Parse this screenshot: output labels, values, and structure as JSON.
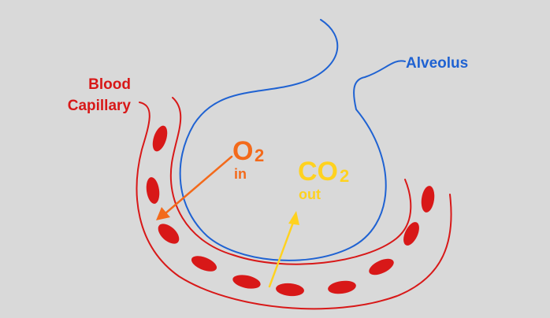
{
  "labels": {
    "blood_capillary_line1": "Blood",
    "blood_capillary_line2": "Capillary",
    "alveolus": "Alveolus",
    "oxygen": {
      "symbol": "O",
      "subscript": "2",
      "direction": "in"
    },
    "carbon_dioxide": {
      "symbol": "CO",
      "subscript": "2",
      "direction": "out"
    }
  },
  "colors": {
    "background": "#d9d9d9",
    "capillary": "#d81818",
    "alveolus": "#1f62d2",
    "oxygen": "#f36a1b",
    "carbon_dioxide": "#ffd21f"
  }
}
